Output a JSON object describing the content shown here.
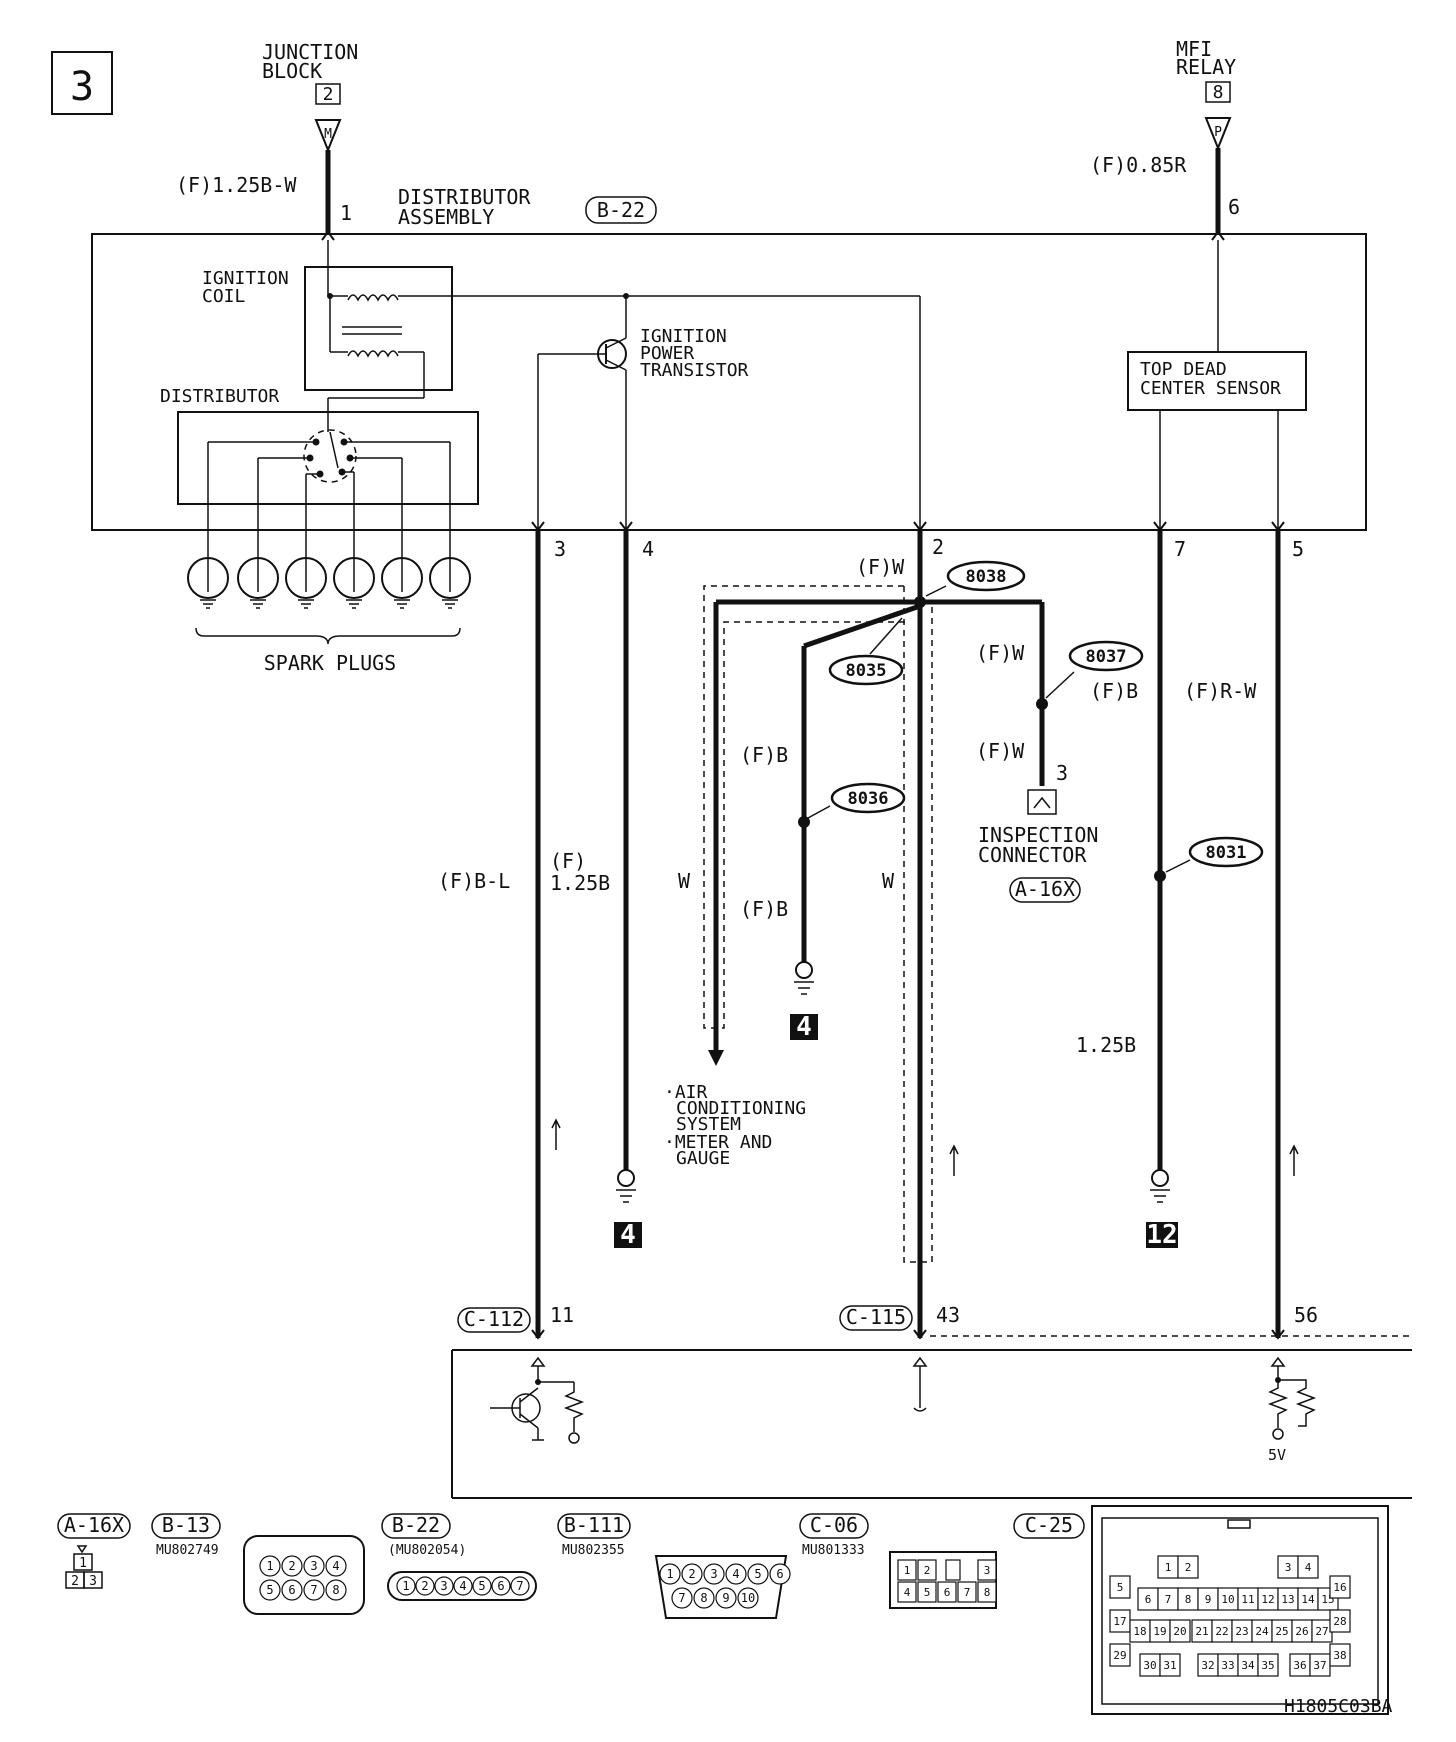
{
  "page_number": "3",
  "components": {
    "junction_block": {
      "line1": "JUNCTION",
      "line2": "BLOCK",
      "ref": "2",
      "pin_letter": "M",
      "wire": "(F)1.25B-W",
      "pin": "1"
    },
    "mfi_relay": {
      "line1": "MFI",
      "line2": "RELAY",
      "ref": "8",
      "pin_letter": "P",
      "wire": "(F)0.85R",
      "pin": "6"
    },
    "distributor_assembly": {
      "line1": "DISTRIBUTOR",
      "line2": "ASSEMBLY",
      "connector": "B-22"
    },
    "ignition_coil": {
      "line1": "IGNITION",
      "line2": "COIL"
    },
    "ignition_power_transistor": {
      "line1": "IGNITION",
      "line2": "POWER",
      "line3": "TRANSISTOR"
    },
    "distributor": "DISTRIBUTOR",
    "spark_plugs": "SPARK PLUGS",
    "top_dead_center_sensor": {
      "line1": "TOP DEAD",
      "line2": "CENTER SENSOR"
    },
    "inspection_connector": {
      "line1": "INSPECTION",
      "line2": "CONNECTOR",
      "connector": "A-16X",
      "pin": "3"
    },
    "ac_note": {
      "line1": "·AIR",
      "line2": "CONDITIONING",
      "line3": "SYSTEM",
      "line4": "·METER AND",
      "line5": "GAUGE"
    }
  },
  "pins": {
    "p3": "3",
    "p4": "4",
    "p2": "2",
    "p7": "7",
    "p5": "5",
    "p11": "11",
    "p43": "43",
    "p56": "56"
  },
  "wires": {
    "bl": "(F)B-L",
    "b125a": "(F)",
    "b125b": "1.25B",
    "w_left": "W",
    "w_right": "W",
    "fw_top": "(F)W",
    "fb_upper": "(F)B",
    "fb_lower": "(F)B",
    "fw_mid1": "(F)W",
    "fw_mid2": "(F)W",
    "fb_right": "(F)B",
    "frw": "(F)R-W",
    "b125_right": "1.25B",
    "five_v": "5V"
  },
  "splices": {
    "s38": "8038",
    "s35": "8035",
    "s37": "8037",
    "s36": "8036",
    "s31": "8031"
  },
  "grounds": {
    "g4_left": "4",
    "g4_center": "4",
    "g12": "12"
  },
  "ecm_connectors": {
    "c112": "C-112",
    "c115": "C-115"
  },
  "connector_views": [
    {
      "id": "A-16X",
      "part": ""
    },
    {
      "id": "B-13",
      "part": "MU802749"
    },
    {
      "id": "B-22",
      "part": "(MU802054)"
    },
    {
      "id": "B-111",
      "part": "MU802355"
    },
    {
      "id": "C-06",
      "part": "MU801333"
    },
    {
      "id": "C-25",
      "part": ""
    }
  ],
  "connector_pins": {
    "a16x": [
      "1",
      "2",
      "3"
    ],
    "b13": [
      "1",
      "2",
      "3",
      "4",
      "5",
      "6",
      "7",
      "8"
    ],
    "b22": [
      "1",
      "2",
      "3",
      "4",
      "5",
      "6",
      "7"
    ],
    "b111": [
      "1",
      "2",
      "3",
      "4",
      "5",
      "6",
      "7",
      "8",
      "9",
      "10"
    ],
    "c06": [
      "1",
      "2",
      "3",
      "4",
      "5",
      "6",
      "7",
      "8"
    ],
    "c25": [
      "1",
      "2",
      "3",
      "4",
      "5",
      "6",
      "7",
      "8",
      "9",
      "10",
      "11",
      "12",
      "13",
      "14",
      "15",
      "16",
      "17",
      "18",
      "19",
      "20",
      "21",
      "22",
      "23",
      "24",
      "25",
      "26",
      "27",
      "28",
      "29",
      "30",
      "31",
      "32",
      "33",
      "34",
      "35",
      "36",
      "37",
      "38"
    ]
  },
  "diagram_code": "H1805C03BA"
}
